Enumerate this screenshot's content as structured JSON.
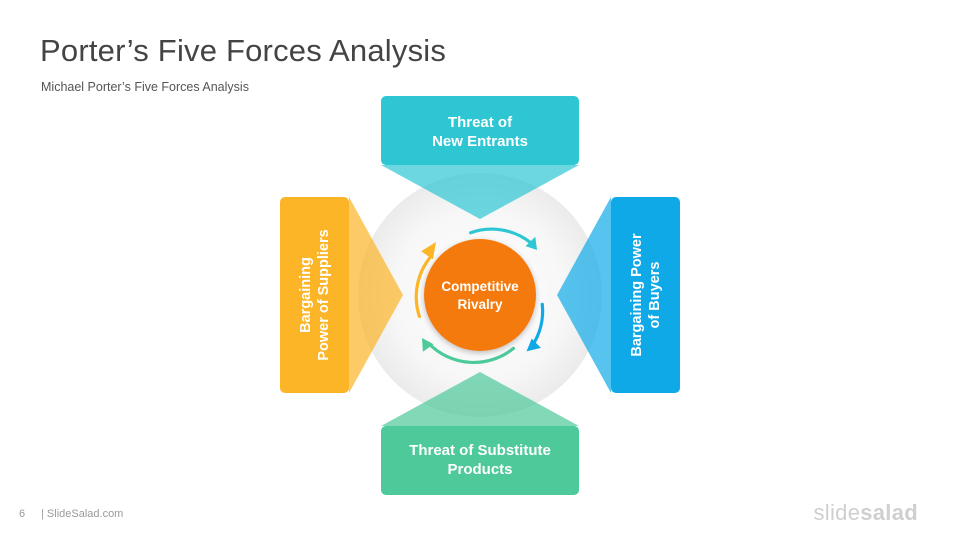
{
  "slide": {
    "title": "Porter’s Five Forces Analysis",
    "subtitle": "Michael Porter’s Five Forces Analysis"
  },
  "diagram": {
    "center": {
      "line1": "Competitive",
      "line2": "Rivalry",
      "color": "#F47A0E"
    },
    "top": {
      "line1": "Threat of",
      "line2": "New Entrants",
      "color": "#2EC6D3"
    },
    "bottom": {
      "line1": "Threat of Substitute",
      "line2": "Products",
      "color": "#4DC99A"
    },
    "left": {
      "line1": "Bargaining",
      "line2": "Power of Suppliers",
      "color": "#FBB527"
    },
    "right": {
      "line1": "Bargaining Power",
      "line2": "of Buyers",
      "color": "#10A9E8"
    }
  },
  "footer": {
    "page_number": "6",
    "site": "| SlideSalad.com",
    "logo_part1": "slide",
    "logo_part2": "salad"
  }
}
